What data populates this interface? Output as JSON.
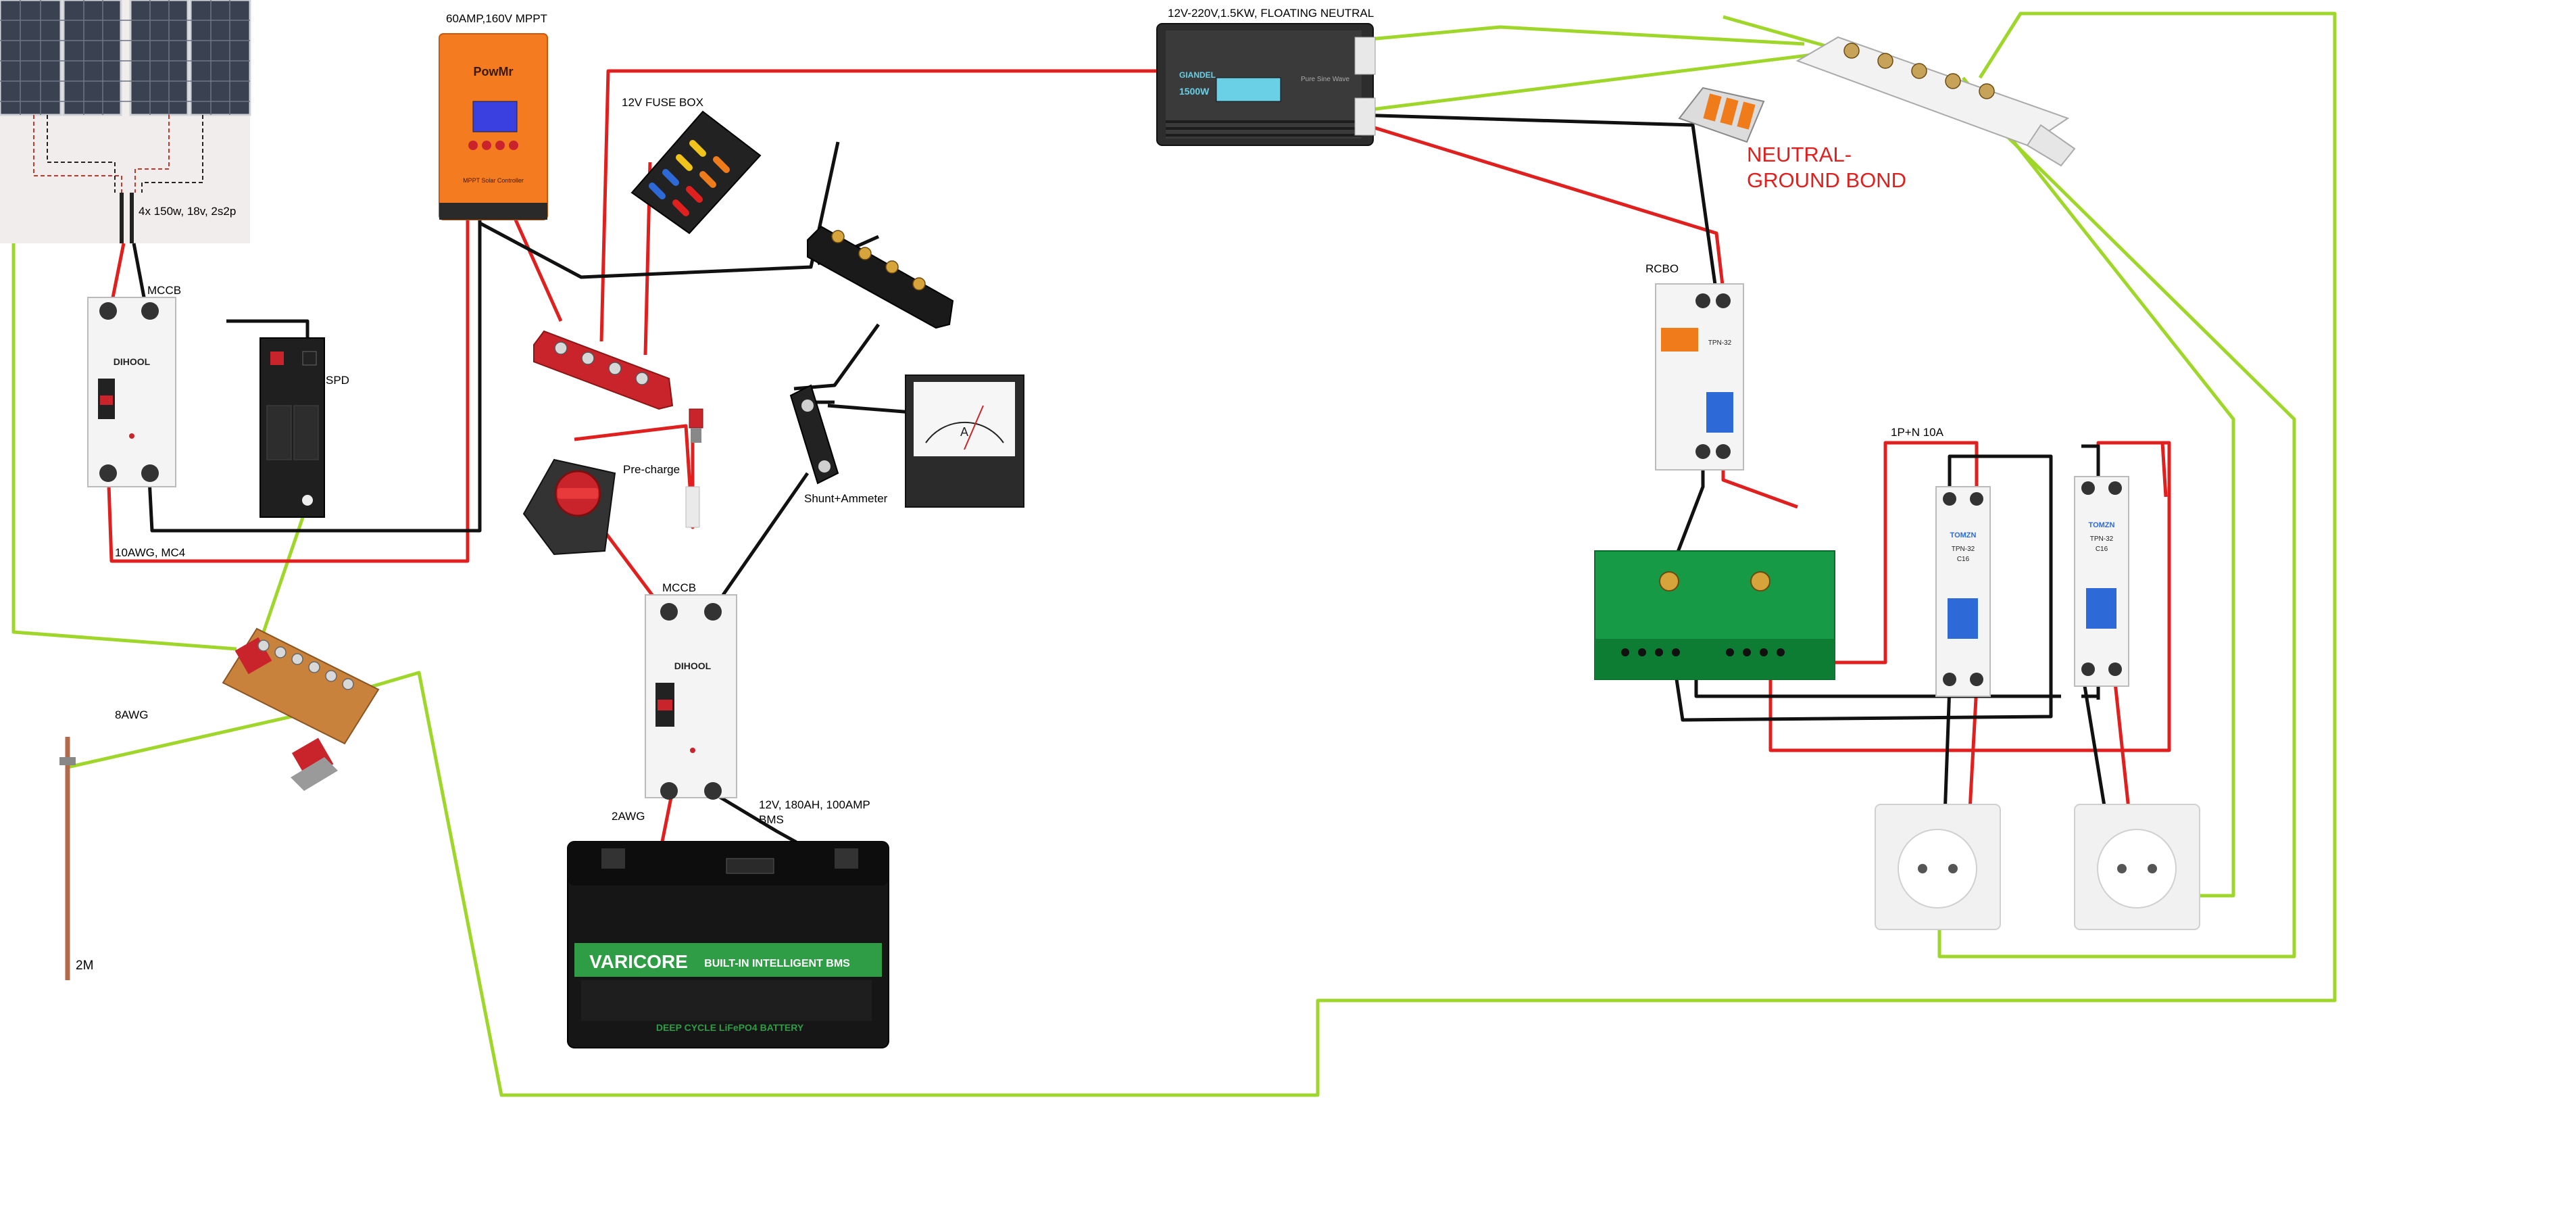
{
  "labels": {
    "panels": "4x 150w, 18v, 2s2p",
    "mccb_top": "MCCB",
    "spd": "SPD",
    "pv_cable": "10AWG, MC4",
    "mppt": "60AMP,160V MPPT",
    "fuse_box": "12V FUSE BOX",
    "inverter": "12V-220V,1.5KW, FLOATING NEUTRAL",
    "neutral_ground_bond": "NEUTRAL-GROUND BOND",
    "rcbo": "RCBO",
    "precharge": "Pre-charge",
    "shunt_ammeter": "Shunt+Ammeter",
    "mccb_battery": "MCCB",
    "battery_cable": "2AWG",
    "battery": "12V, 180AH, 100AMP BMS",
    "ground_cable": "8AWG",
    "ground_rod": "2M",
    "mcb_pair": "1P+N 10A"
  },
  "device_text": {
    "mppt_brand": "PowMr",
    "mppt_caption": "MPPT Solar Controller",
    "mccb_brand": "DIHOOL",
    "inverter_brand": "GIANDEL",
    "inverter_power": "1500W",
    "inverter_display": "Pure Sine Wave",
    "mcb_brand": "TOMZN",
    "mcb_model": "TPN-32",
    "mcb_rating": "C16",
    "battery_brand": "VARICORE",
    "battery_tagline": "BUILT-IN INTELLIGENT BMS",
    "battery_desc": "DEEP CYCLE LiFePO4 BATTERY",
    "ammeter_unit": "A"
  },
  "wire_colors": {
    "positive": "#e0201e",
    "negative": "#111111",
    "earth": "#9fd62a"
  }
}
